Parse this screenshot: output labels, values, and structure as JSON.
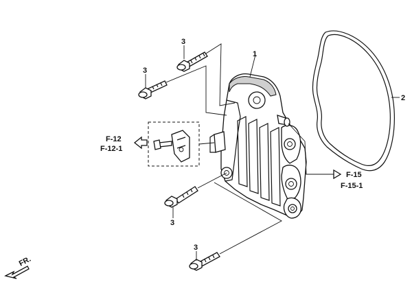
{
  "diagram": {
    "part_numbers": {
      "cover": "1",
      "gasket": "2",
      "bolt_top": "3",
      "bolt_left": "3",
      "bolt_lower_left": "3",
      "bolt_bottom": "3"
    },
    "references": {
      "left_ref_a": "F-12",
      "left_ref_b": "F-12-1",
      "right_ref_a": "F-15",
      "right_ref_b": "F-15-1"
    },
    "direction_label": "FR."
  }
}
